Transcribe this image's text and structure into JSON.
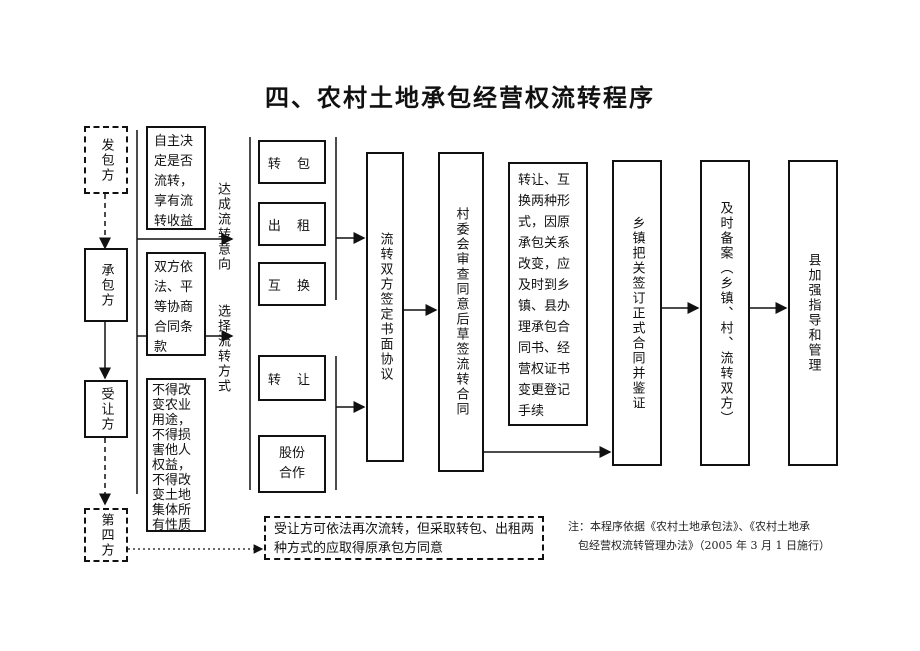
{
  "title": "四、农村土地承包经营权流转程序",
  "parties": {
    "fabao": "发包方",
    "chengbao": "承包方",
    "shourang": "受让方",
    "disan": "第四方"
  },
  "conditions": {
    "c1": "自主决定是否流转，享有流转收益",
    "c2": "双方依法、平等协商合同条款",
    "c3": "不得改变农业用途，不得损害他人权益，不得改变土地集体所有性质"
  },
  "labels": {
    "intent": "达成流转意向",
    "method": "选择流转方式"
  },
  "methods": {
    "m1": "转 包",
    "m2": "出 租",
    "m3": "互 换",
    "m4": "转 让",
    "m5a": "股份",
    "m5b": "合作"
  },
  "steps": {
    "s1": "流转双方签定书面协议",
    "s2": "村委会审查同意后草签流转合同",
    "s3": "转让、互换两种形式，因原承包关系改变，应及时到乡镇、县办理承包合同书、经营权证书变更登记手续",
    "s4": "乡镇把关签订正式合同并鉴证",
    "s5": "及时备案（乡镇、村、流转双方）",
    "s6": "县加强指导和管理"
  },
  "bottom_note": "受让方可依法再次流转，但采取转包、出租两种方式的应取得原承包方同意",
  "footnote": {
    "line1": "注：本程序依据《农村土地承包法》、《农村土地承",
    "line2": "包经营权流转管理办法》（2005 年 3 月 1 日施行）"
  }
}
